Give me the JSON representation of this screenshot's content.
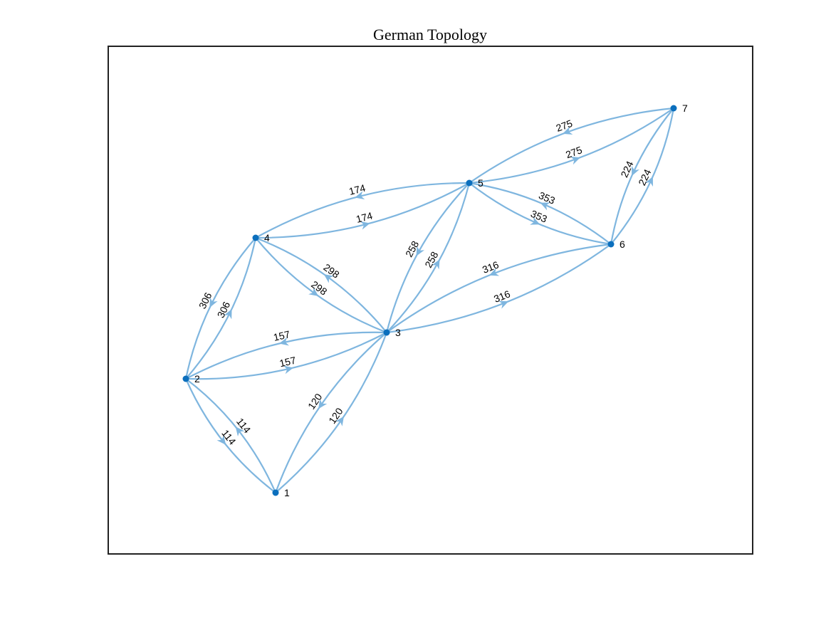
{
  "title": "German Topology",
  "colors": {
    "edge": "#7fb6df",
    "node": "#0b6fbd",
    "frame": "#222222"
  },
  "graph": {
    "nodes": [
      {
        "id": "1",
        "label": "1"
      },
      {
        "id": "2",
        "label": "2"
      },
      {
        "id": "3",
        "label": "3"
      },
      {
        "id": "4",
        "label": "4"
      },
      {
        "id": "5",
        "label": "5"
      },
      {
        "id": "6",
        "label": "6"
      },
      {
        "id": "7",
        "label": "7"
      }
    ],
    "edges": [
      {
        "source": "1",
        "target": "2",
        "weight": "114"
      },
      {
        "source": "2",
        "target": "1",
        "weight": "114"
      },
      {
        "source": "1",
        "target": "3",
        "weight": "120"
      },
      {
        "source": "3",
        "target": "1",
        "weight": "120"
      },
      {
        "source": "2",
        "target": "3",
        "weight": "157"
      },
      {
        "source": "3",
        "target": "2",
        "weight": "157"
      },
      {
        "source": "2",
        "target": "4",
        "weight": "306"
      },
      {
        "source": "4",
        "target": "2",
        "weight": "306"
      },
      {
        "source": "3",
        "target": "4",
        "weight": "298"
      },
      {
        "source": "4",
        "target": "3",
        "weight": "298"
      },
      {
        "source": "3",
        "target": "5",
        "weight": "258"
      },
      {
        "source": "5",
        "target": "3",
        "weight": "258"
      },
      {
        "source": "3",
        "target": "6",
        "weight": "316"
      },
      {
        "source": "6",
        "target": "3",
        "weight": "316"
      },
      {
        "source": "4",
        "target": "5",
        "weight": "174"
      },
      {
        "source": "5",
        "target": "4",
        "weight": "174"
      },
      {
        "source": "5",
        "target": "6",
        "weight": "353"
      },
      {
        "source": "6",
        "target": "5",
        "weight": "353"
      },
      {
        "source": "5",
        "target": "7",
        "weight": "275"
      },
      {
        "source": "7",
        "target": "5",
        "weight": "275"
      },
      {
        "source": "6",
        "target": "7",
        "weight": "224"
      },
      {
        "source": "7",
        "target": "6",
        "weight": "224"
      }
    ]
  }
}
